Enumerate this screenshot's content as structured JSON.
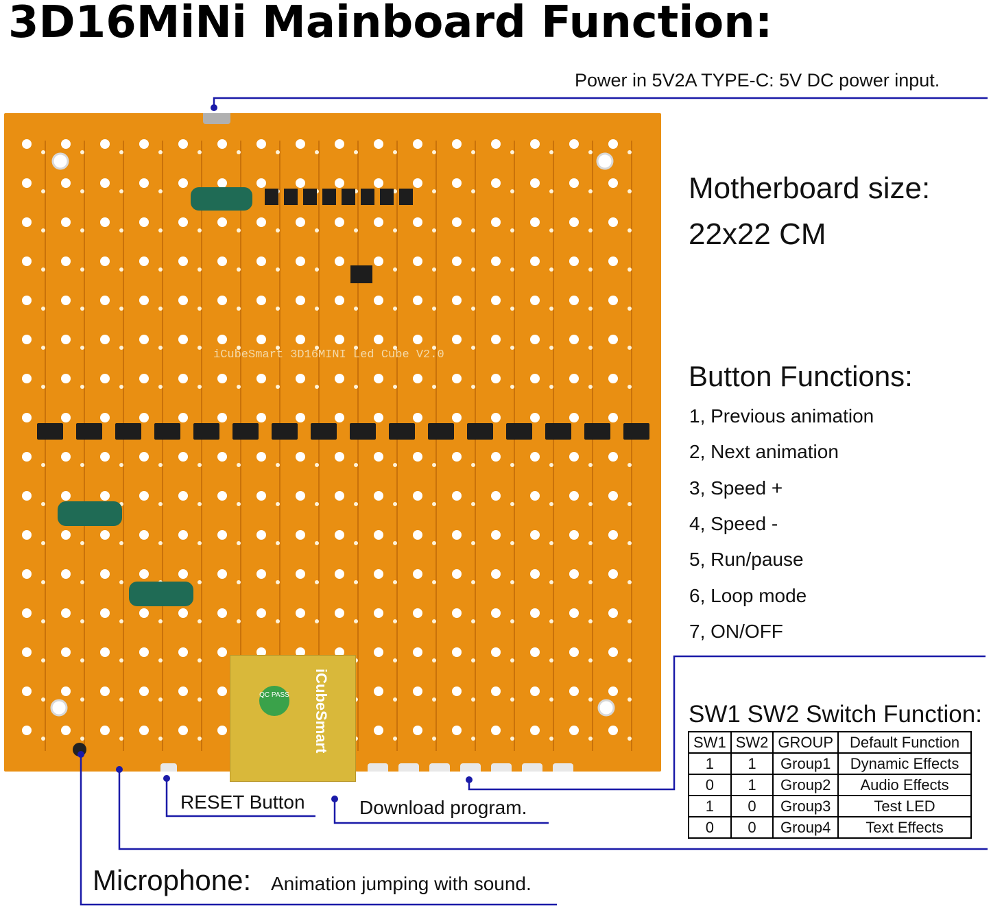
{
  "title": "3D16MiNi Mainboard Function:",
  "power_label": "Power in 5V2A TYPE-C: 5V DC power input.",
  "board_size": {
    "heading": "Motherboard size:",
    "value": "22x22 CM"
  },
  "board_silkscreen": "iCubeSmart 3D16MINI Led Cube V2.0",
  "module": {
    "brand": "iCubeSmart",
    "qc": "QC PASS"
  },
  "button_functions": {
    "heading": "Button Functions:",
    "items": [
      "1, Previous animation",
      "2, Next animation",
      "3, Speed +",
      "4, Speed -",
      "5, Run/pause",
      "6, Loop mode",
      "7, ON/OFF"
    ]
  },
  "switch_function": {
    "heading": "SW1 SW2 Switch Function:",
    "columns": [
      "SW1",
      "SW2",
      "GROUP",
      "Default Function"
    ],
    "rows": [
      [
        "1",
        "1",
        "Group1",
        "Dynamic Effects"
      ],
      [
        "0",
        "1",
        "Group2",
        "Audio Effects"
      ],
      [
        "1",
        "0",
        "Group3",
        "Test LED"
      ],
      [
        "0",
        "0",
        "Group4",
        "Text Effects"
      ]
    ]
  },
  "reset_label": "RESET Button",
  "download_label": "Download program.",
  "microphone": {
    "name": "Microphone:",
    "desc": "Animation jumping with sound."
  },
  "colors": {
    "pcb": "#e98f12",
    "callout_line": "#1a1aa8"
  }
}
